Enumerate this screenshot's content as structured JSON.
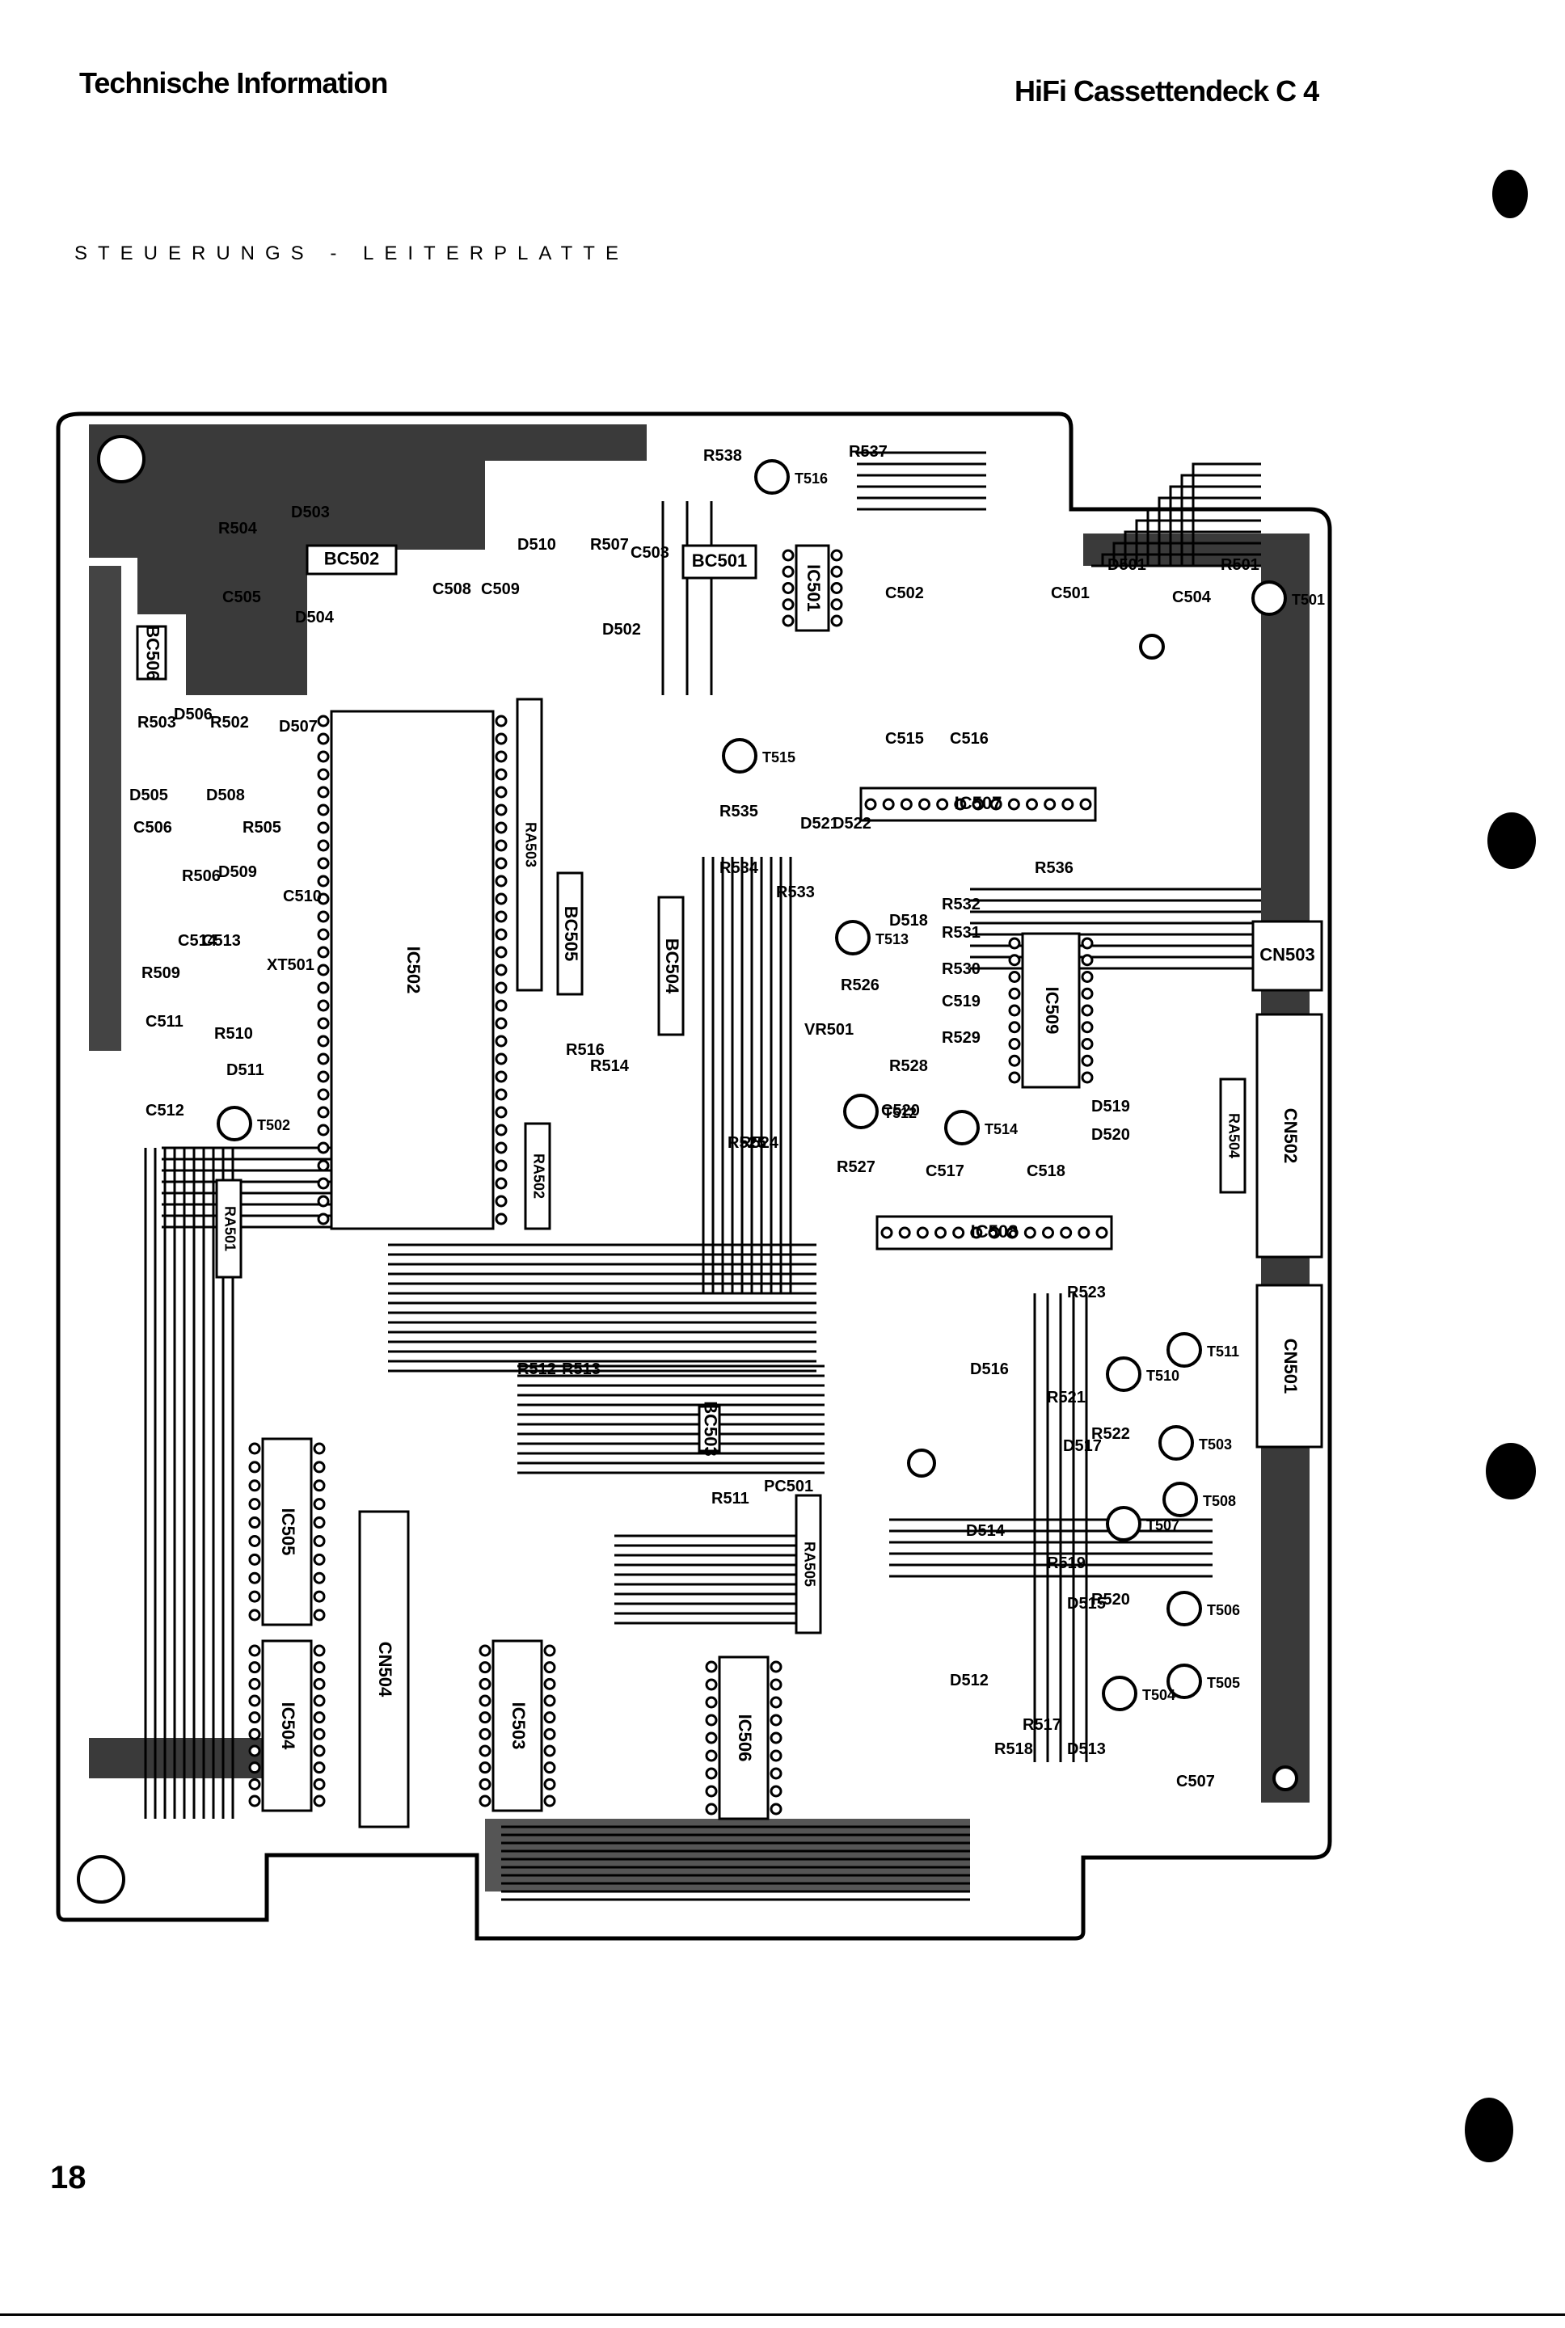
{
  "header": {
    "left": "Technische Information",
    "right": "HiFi Cassettendeck C 4"
  },
  "subtitle": "STEUERUNGS - LEITERPLATTE",
  "page_number": "18",
  "components": {
    "ics": [
      {
        "ref": "IC502"
      },
      {
        "ref": "IC505"
      },
      {
        "ref": "IC504"
      },
      {
        "ref": "IC503"
      },
      {
        "ref": "IC506"
      },
      {
        "ref": "IC507"
      },
      {
        "ref": "IC508"
      },
      {
        "ref": "IC509"
      },
      {
        "ref": "IC501"
      }
    ],
    "connectors": [
      "CN501",
      "CN502",
      "CN503",
      "CN504",
      "BC501",
      "BC502",
      "BC503",
      "BC504",
      "BC505",
      "BC506"
    ],
    "resistor_arrays": [
      "RA501",
      "RA502",
      "RA503",
      "RA504",
      "RA505"
    ],
    "transistors": [
      "T501",
      "T502",
      "T503",
      "T504",
      "T505",
      "T506",
      "T507",
      "T508",
      "T510",
      "T511",
      "T512",
      "T513",
      "T514",
      "T515",
      "T516"
    ],
    "resistors": [
      "R501",
      "R502",
      "R503",
      "R504",
      "R505",
      "R506",
      "R507",
      "R509",
      "R510",
      "R511",
      "R512",
      "R513",
      "R514",
      "R516",
      "R517",
      "R518",
      "R519",
      "R520",
      "R521",
      "R522",
      "R523",
      "R524",
      "R525",
      "R526",
      "R527",
      "R528",
      "R529",
      "R530",
      "R531",
      "R532",
      "R533",
      "R534",
      "R535",
      "R536",
      "R537",
      "R538"
    ],
    "capacitors": [
      "C501",
      "C502",
      "C503",
      "C504",
      "C505",
      "C506",
      "C507",
      "C508",
      "C509",
      "C510",
      "C511",
      "C512",
      "C513",
      "C514",
      "C515",
      "C516",
      "C517",
      "C518",
      "C519",
      "C520"
    ],
    "diodes": [
      "D501",
      "D502",
      "D503",
      "D504",
      "D505",
      "D506",
      "D507",
      "D508",
      "D509",
      "D510",
      "D511",
      "D512",
      "D513",
      "D514",
      "D515",
      "D516",
      "D517",
      "D518",
      "D519",
      "D520",
      "D521",
      "D522"
    ],
    "other": [
      "VR501",
      "PC501",
      "XT501"
    ]
  }
}
